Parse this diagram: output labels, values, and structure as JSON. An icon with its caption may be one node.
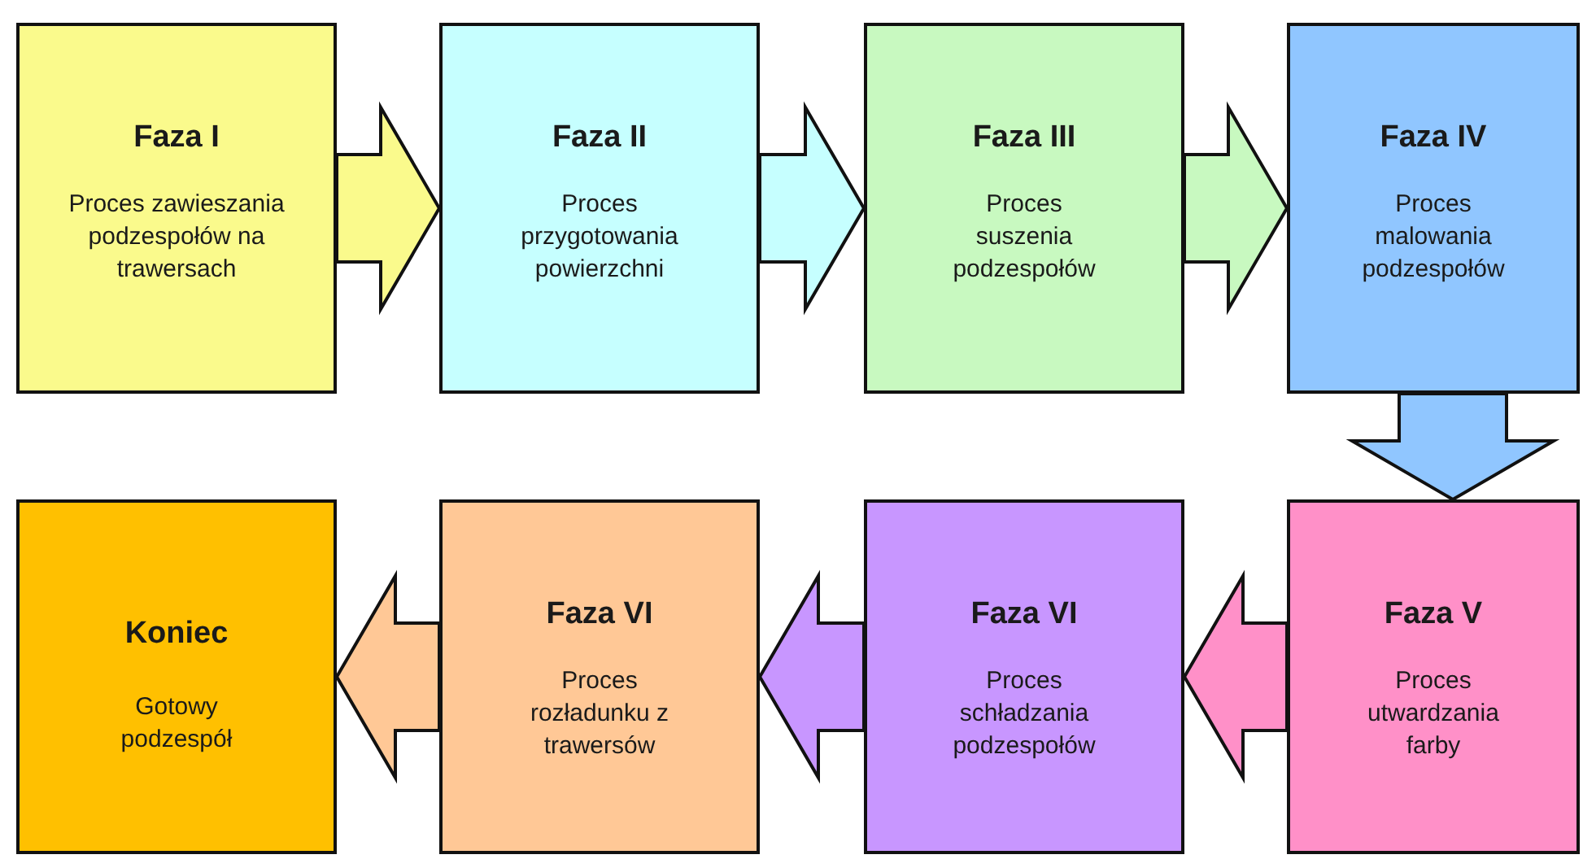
{
  "diagram": {
    "nodes": [
      {
        "text": [
          "Faza I",
          "Proces zawieszania podzespołów na trawersach"
        ]
      },
      {
        "text": [
          "Faza II",
          "Proces przygotowania powierzchni"
        ]
      },
      {
        "text": [
          "Faza III",
          "Proces suszenia podzespołów"
        ]
      },
      {
        "text": [
          "Faza IV",
          "Proces malowania podzespołów"
        ]
      },
      {
        "text": [
          "Koniec",
          "Gotowy podzespół"
        ]
      },
      {
        "text": [
          "Faza VI",
          "Proces rozładunku z trawersów"
        ]
      },
      {
        "text": [
          "Faza VI",
          "Proces schładzania podzespołów"
        ]
      },
      {
        "text": [
          "Faza V",
          "Proces utwardzania farby"
        ]
      }
    ],
    "edges": [
      {
        "from": 0,
        "to": 1,
        "arrow": "to",
        "style": "thick",
        "color": "#fafa8c"
      },
      {
        "from": 1,
        "to": 2,
        "arrow": "to",
        "style": "thick",
        "color": "#c6ffff"
      },
      {
        "from": 2,
        "to": 3,
        "arrow": "to",
        "style": "thick",
        "color": "#c8f9c0"
      },
      {
        "from": 3,
        "to": 7,
        "arrow": "to",
        "style": "thick",
        "color": "#90c6ff"
      },
      {
        "from": 7,
        "to": 6,
        "arrow": "to",
        "style": "thick",
        "color": "#ff90c8"
      },
      {
        "from": 6,
        "to": 5,
        "arrow": "to",
        "style": "thick",
        "color": "#c896ff"
      },
      {
        "from": 5,
        "to": 4,
        "arrow": "to",
        "style": "thick",
        "color": "#ffc896"
      }
    ]
  }
}
